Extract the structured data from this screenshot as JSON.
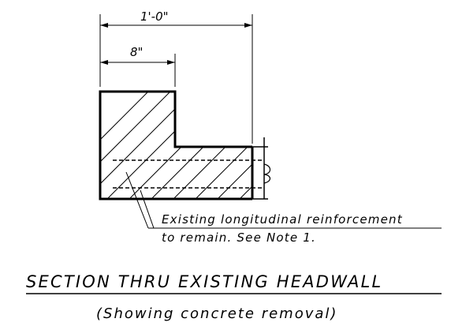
{
  "dimensions": {
    "overall": "1'-0\"",
    "partial": "8\""
  },
  "note": {
    "line1": "Existing longitudinal reinforcement",
    "line2": "to remain. See Note 1."
  },
  "caption": {
    "title": "SECTION THRU EXISTING HEADWALL",
    "subtitle": "(Showing concrete removal)"
  }
}
